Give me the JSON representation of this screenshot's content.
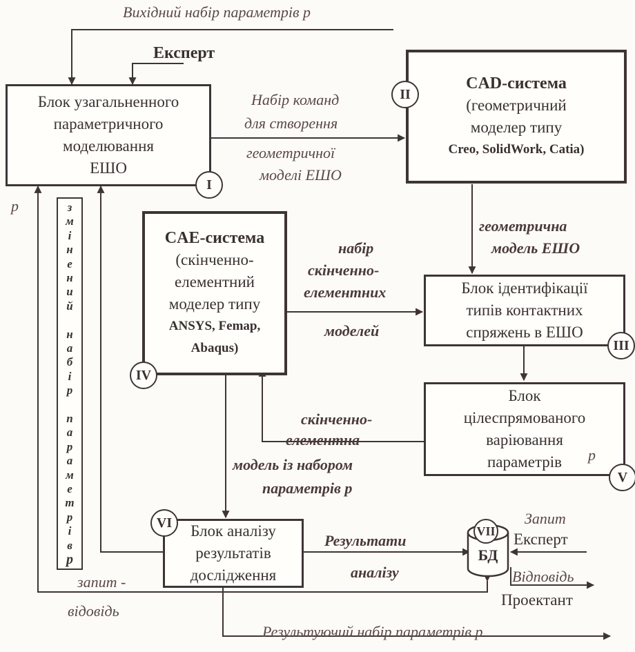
{
  "top_input_label": "Вихідний набір параметрів p",
  "expert_top": "Експерт",
  "block1": {
    "lines": [
      "Блок узагальненного",
      "параметричного",
      "моделювання",
      "ЕШО"
    ],
    "marker": "I"
  },
  "block2": {
    "title": "CAD-система",
    "lines": [
      "(геометричний",
      "моделер типу"
    ],
    "tools": "Creo, SolidWork, Catia)",
    "marker": "II"
  },
  "cmd_label": [
    "Набір команд",
    "для створення",
    "геометричної",
    "моделі ЕШО"
  ],
  "geom_model_label": [
    "геометрична",
    "модель ЕШО"
  ],
  "block3": {
    "lines": [
      "Блок ідентифікації",
      "типів контактних",
      "спряжень в ЕШО"
    ],
    "marker": "III"
  },
  "block4": {
    "title": "CAE-система",
    "lines": [
      "(скінченно-",
      "елементний",
      "моделер типу"
    ],
    "tools": [
      "ANSYS, Femap,",
      "Abaqus)"
    ],
    "marker": "IV"
  },
  "fe_set_label": [
    "набір",
    "скінченно-",
    "елементних",
    "моделей"
  ],
  "block5": {
    "lines": [
      "Блок",
      "цілеспрямованого",
      "варіювання",
      "параметрів"
    ],
    "p": "p",
    "marker": "V"
  },
  "fe_model_label": [
    "скінченно-",
    "елементна"
  ],
  "model_params_label": [
    "модель із набором",
    "параметрів p"
  ],
  "block6": {
    "lines": [
      "Блок аналізу",
      "результатів",
      "дослідження"
    ],
    "marker": "VI"
  },
  "db": {
    "label": "БД",
    "marker": "VII"
  },
  "results_label": [
    "Результати",
    "аналізу"
  ],
  "request_label": "Запит",
  "expert_right": "Експерт",
  "answer_label": "Відповідь",
  "designer_label": "Проектант",
  "query_answer_label": [
    "запит -",
    "відовідь"
  ],
  "p_left": "p",
  "vertical_text": [
    "з",
    "м",
    "і",
    "н",
    "е",
    "н",
    "и",
    "й",
    "",
    "н",
    "а",
    "б",
    "і",
    "р",
    "",
    "п",
    "а",
    "р",
    "а",
    "м",
    "е",
    "т",
    "р",
    "і",
    "в",
    "p"
  ],
  "output_label": "Результуючий набір параметрів p"
}
